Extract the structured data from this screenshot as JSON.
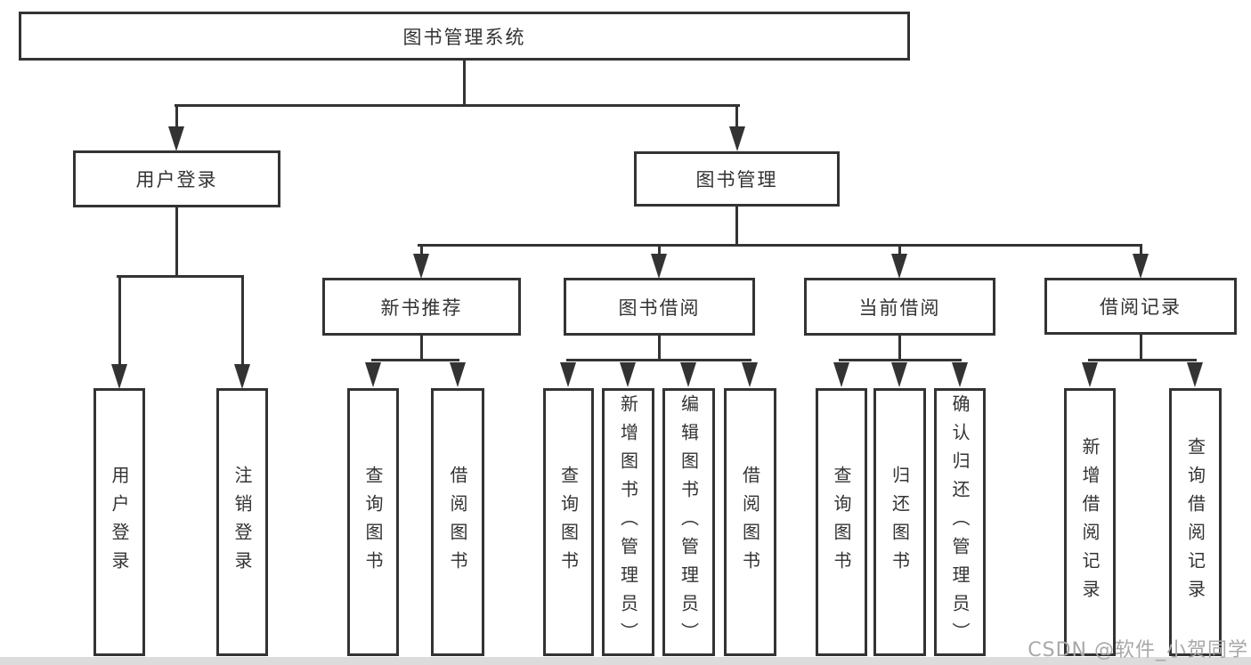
{
  "diagram": {
    "root": {
      "label": "图书管理系统"
    },
    "branches": [
      {
        "label": "用户登录",
        "children": [
          {
            "label": "用户登录"
          },
          {
            "label": "注销登录"
          }
        ]
      },
      {
        "label": "图书管理",
        "children": [
          {
            "label": "新书推荐",
            "children": [
              {
                "label": "查询图书"
              },
              {
                "label": "借阅图书"
              }
            ]
          },
          {
            "label": "图书借阅",
            "children": [
              {
                "label": "查询图书"
              },
              {
                "label": "新增图书（管理员）"
              },
              {
                "label": "编辑图书（管理员）"
              },
              {
                "label": "借阅图书"
              }
            ]
          },
          {
            "label": "当前借阅",
            "children": [
              {
                "label": "查询图书"
              },
              {
                "label": "归还图书"
              },
              {
                "label": "确认归还（管理员）"
              }
            ]
          },
          {
            "label": "借阅记录",
            "children": [
              {
                "label": "新增借阅记录"
              },
              {
                "label": "查询借阅记录"
              }
            ]
          }
        ]
      }
    ]
  },
  "watermark": {
    "text": "CSDN @软件_小贺同学"
  },
  "colors": {
    "line": "#333333",
    "text": "#333333",
    "box_background": "#ffffff",
    "canvas_background": "#ffffff",
    "watermark": "#a8a8a8",
    "bottom_strip": "#dcdcdc"
  }
}
